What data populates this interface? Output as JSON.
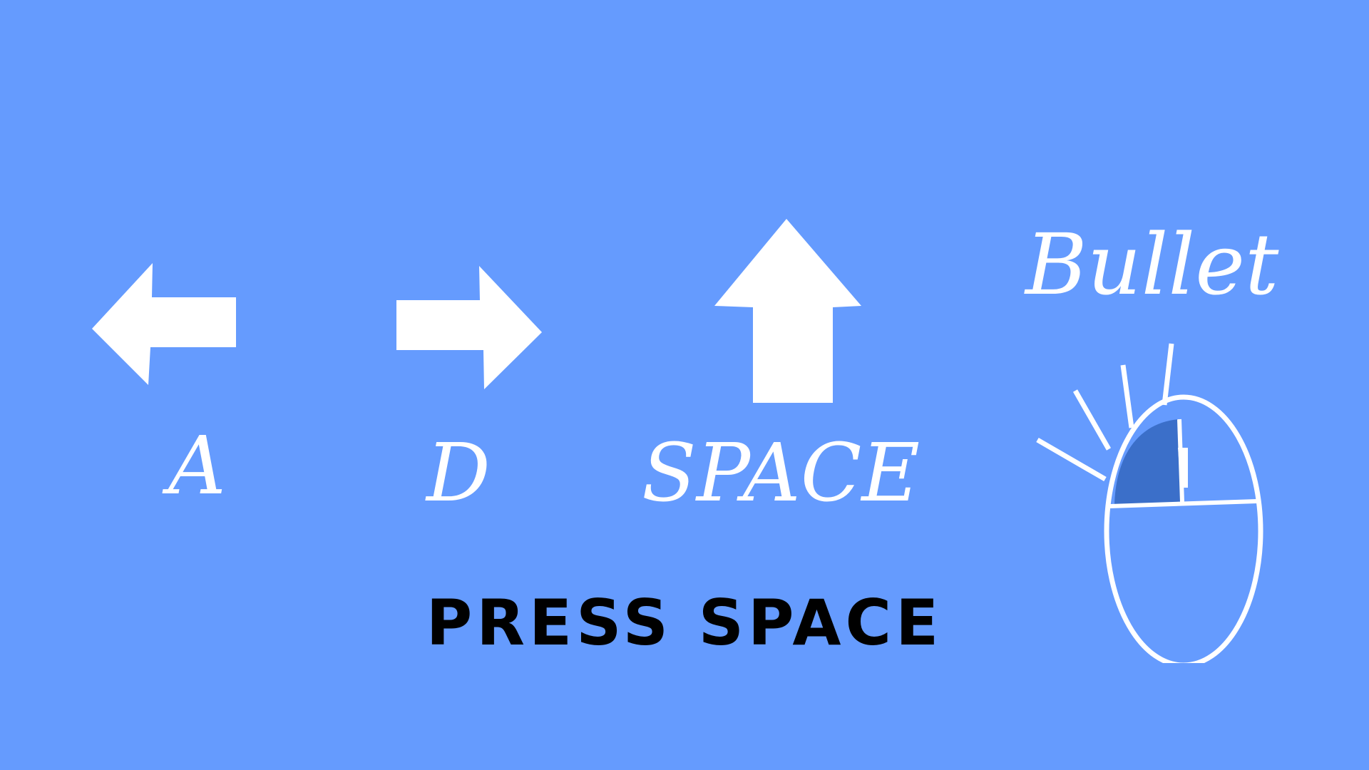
{
  "colors": {
    "background": "#659bfe",
    "foreground": "#ffffff",
    "mouse_button_highlight": "#3b6fc9",
    "prompt_text": "#000000"
  },
  "controls": [
    {
      "icon": "arrow-left-icon",
      "key": "A"
    },
    {
      "icon": "arrow-right-icon",
      "key": "D"
    },
    {
      "icon": "arrow-up-icon",
      "key": "SPACE"
    },
    {
      "icon": "mouse-left-click-icon",
      "key": "Bullet"
    }
  ],
  "prompt": "PRESS SPACE"
}
